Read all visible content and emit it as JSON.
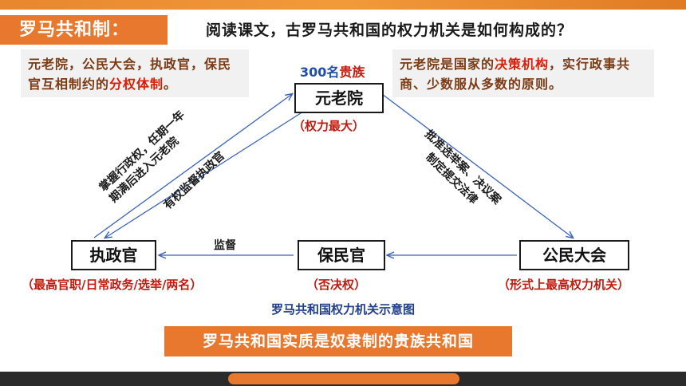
{
  "header": {
    "title": "罗马共和制：",
    "question": "阅读课文，古罗马共和国的权力机关是如何构成的？"
  },
  "note_left": {
    "text": "元老院，公民大会，执政官，保民官互相制约的",
    "highlight": "分权体制",
    "suffix": "。"
  },
  "note_right": {
    "prefix": "元老院是国家的",
    "highlight": "决策机构",
    "suffix": "，实行政事共商、少数服从多数的原则。"
  },
  "senate": {
    "count": "300名",
    "count_suffix": "贵族",
    "name": "元老院",
    "role": "（权力最大）"
  },
  "consul": {
    "name": "执政官",
    "role": "（最高官职/日常政务/选举/两名）"
  },
  "tribune": {
    "name": "保民官",
    "role": "（否决权）"
  },
  "assembly": {
    "name": "公民大会",
    "role": "（形式上最高权力机关）"
  },
  "edges": {
    "consul_to_senate_line1": "掌握行政权，任期一年",
    "consul_to_senate_line2": "期满后进入元老院",
    "senate_to_consul": "有权监督执政官",
    "senate_to_assembly_line1": "批准选举案、决议案",
    "senate_to_assembly_line2": "制定提交法律",
    "tribune_to_consul": "监督"
  },
  "caption": "罗马共和国权力机关示意图",
  "conclusion": "罗马共和国实质是奴隶制的贵族共和国",
  "colors": {
    "accent": "#e8782e",
    "highlight_red": "#d81e06",
    "arrow_blue": "#3b63b8",
    "caption_blue": "#1f3f8a"
  }
}
